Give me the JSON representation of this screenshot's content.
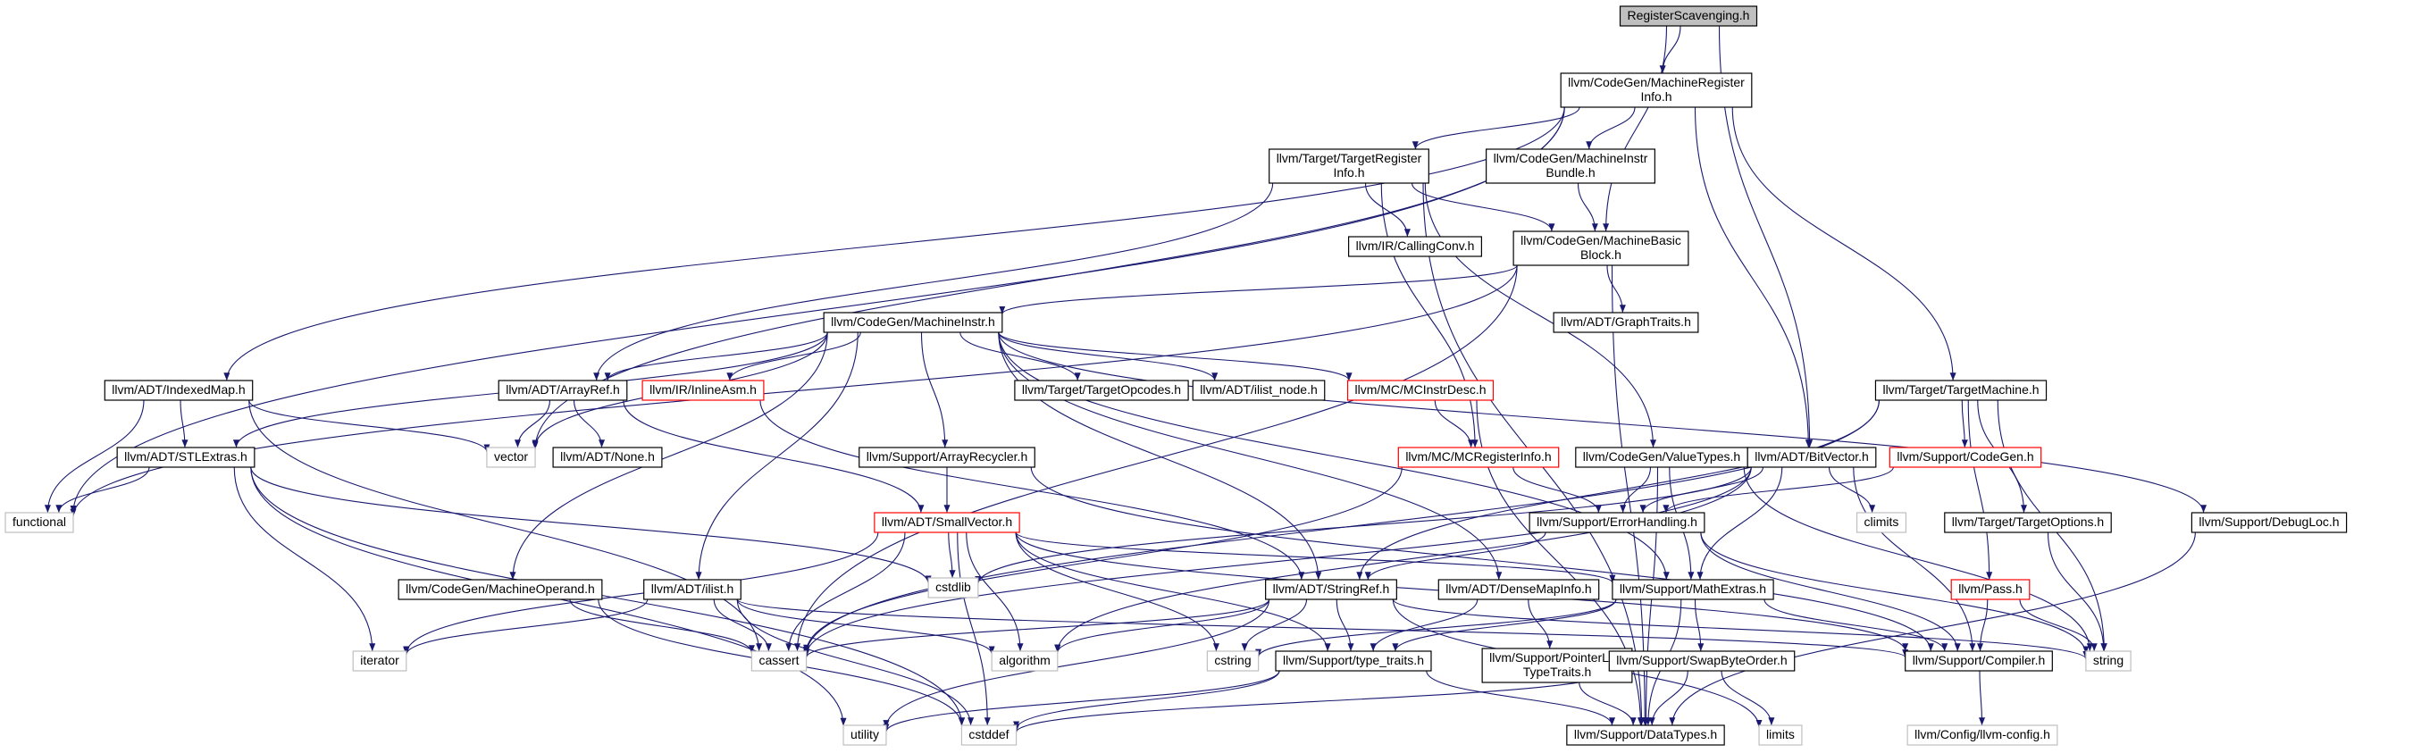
{
  "colors": {
    "edge": "#191970",
    "normal_border": "#000000",
    "incomplete_border": "#ff0000",
    "system_border": "#bfbfbf",
    "root_fill": "#bfbfbf",
    "text": "#000000"
  },
  "nodes": [
    {
      "id": "root",
      "lines": [
        "RegisterScavenging.h"
      ],
      "kind": "root"
    },
    {
      "id": "mri",
      "lines": [
        "llvm/CodeGen/MachineRegister",
        "Info.h"
      ],
      "kind": "normal"
    },
    {
      "id": "tri",
      "lines": [
        "llvm/Target/TargetRegister",
        "Info.h"
      ],
      "kind": "normal"
    },
    {
      "id": "mib",
      "lines": [
        "llvm/CodeGen/MachineInstr",
        "Bundle.h"
      ],
      "kind": "normal"
    },
    {
      "id": "cc",
      "lines": [
        "llvm/IR/CallingConv.h"
      ],
      "kind": "normal"
    },
    {
      "id": "mbb",
      "lines": [
        "llvm/CodeGen/MachineBasic",
        "Block.h"
      ],
      "kind": "normal"
    },
    {
      "id": "gt",
      "lines": [
        "llvm/ADT/GraphTraits.h"
      ],
      "kind": "normal"
    },
    {
      "id": "mi",
      "lines": [
        "llvm/CodeGen/MachineInstr.h"
      ],
      "kind": "normal"
    },
    {
      "id": "tm",
      "lines": [
        "llvm/Target/TargetMachine.h"
      ],
      "kind": "normal"
    },
    {
      "id": "im",
      "lines": [
        "llvm/ADT/IndexedMap.h"
      ],
      "kind": "normal"
    },
    {
      "id": "ar",
      "lines": [
        "llvm/ADT/ArrayRef.h"
      ],
      "kind": "normal"
    },
    {
      "id": "ia",
      "lines": [
        "llvm/IR/InlineAsm.h"
      ],
      "kind": "incomplete"
    },
    {
      "id": "to",
      "lines": [
        "llvm/Target/TargetOpcodes.h"
      ],
      "kind": "normal"
    },
    {
      "id": "iln",
      "lines": [
        "llvm/ADT/ilist_node.h"
      ],
      "kind": "normal"
    },
    {
      "id": "mcid",
      "lines": [
        "llvm/MC/MCInstrDesc.h"
      ],
      "kind": "incomplete"
    },
    {
      "id": "stl",
      "lines": [
        "llvm/ADT/STLExtras.h"
      ],
      "kind": "normal"
    },
    {
      "id": "vec",
      "lines": [
        "vector"
      ],
      "kind": "system"
    },
    {
      "id": "none",
      "lines": [
        "llvm/ADT/None.h"
      ],
      "kind": "normal"
    },
    {
      "id": "arc",
      "lines": [
        "llvm/Support/ArrayRecycler.h"
      ],
      "kind": "normal"
    },
    {
      "id": "mcri",
      "lines": [
        "llvm/MC/MCRegisterInfo.h"
      ],
      "kind": "incomplete"
    },
    {
      "id": "vt",
      "lines": [
        "llvm/CodeGen/ValueTypes.h"
      ],
      "kind": "normal"
    },
    {
      "id": "bv",
      "lines": [
        "llvm/ADT/BitVector.h"
      ],
      "kind": "normal"
    },
    {
      "id": "scg",
      "lines": [
        "llvm/Support/CodeGen.h"
      ],
      "kind": "incomplete"
    },
    {
      "id": "func",
      "lines": [
        "functional"
      ],
      "kind": "system"
    },
    {
      "id": "sv",
      "lines": [
        "llvm/ADT/SmallVector.h"
      ],
      "kind": "incomplete"
    },
    {
      "id": "climits",
      "lines": [
        "climits"
      ],
      "kind": "system"
    },
    {
      "id": "eh",
      "lines": [
        "llvm/Support/ErrorHandling.h"
      ],
      "kind": "normal"
    },
    {
      "id": "topt",
      "lines": [
        "llvm/Target/TargetOptions.h"
      ],
      "kind": "normal"
    },
    {
      "id": "dl",
      "lines": [
        "llvm/Support/DebugLoc.h"
      ],
      "kind": "normal"
    },
    {
      "id": "cstdlib",
      "lines": [
        "cstdlib"
      ],
      "kind": "system"
    },
    {
      "id": "mo",
      "lines": [
        "llvm/CodeGen/MachineOperand.h"
      ],
      "kind": "normal"
    },
    {
      "id": "il",
      "lines": [
        "llvm/ADT/ilist.h"
      ],
      "kind": "normal"
    },
    {
      "id": "sr",
      "lines": [
        "llvm/ADT/StringRef.h"
      ],
      "kind": "normal"
    },
    {
      "id": "dmi",
      "lines": [
        "llvm/ADT/DenseMapInfo.h"
      ],
      "kind": "normal"
    },
    {
      "id": "me",
      "lines": [
        "llvm/Support/MathExtras.h"
      ],
      "kind": "normal"
    },
    {
      "id": "pass",
      "lines": [
        "llvm/Pass.h"
      ],
      "kind": "incomplete"
    },
    {
      "id": "iter",
      "lines": [
        "iterator"
      ],
      "kind": "system"
    },
    {
      "id": "cassert",
      "lines": [
        "cassert"
      ],
      "kind": "system"
    },
    {
      "id": "algo",
      "lines": [
        "algorithm"
      ],
      "kind": "system"
    },
    {
      "id": "cstring",
      "lines": [
        "cstring"
      ],
      "kind": "system"
    },
    {
      "id": "tt",
      "lines": [
        "llvm/Support/type_traits.h"
      ],
      "kind": "normal"
    },
    {
      "id": "plt",
      "lines": [
        "llvm/Support/PointerLike",
        "TypeTraits.h"
      ],
      "kind": "normal"
    },
    {
      "id": "sbo",
      "lines": [
        "llvm/Support/SwapByteOrder.h"
      ],
      "kind": "normal"
    },
    {
      "id": "comp",
      "lines": [
        "llvm/Support/Compiler.h"
      ],
      "kind": "normal"
    },
    {
      "id": "string",
      "lines": [
        "string"
      ],
      "kind": "system"
    },
    {
      "id": "utility",
      "lines": [
        "utility"
      ],
      "kind": "system"
    },
    {
      "id": "cstddef",
      "lines": [
        "cstddef"
      ],
      "kind": "system"
    },
    {
      "id": "dt",
      "lines": [
        "llvm/Support/DataTypes.h"
      ],
      "kind": "normal"
    },
    {
      "id": "limits",
      "lines": [
        "limits"
      ],
      "kind": "system"
    },
    {
      "id": "cfg",
      "lines": [
        "llvm/Config/llvm-config.h"
      ],
      "kind": "system"
    }
  ],
  "edges": [
    [
      "root",
      "mri"
    ],
    [
      "root",
      "mbb"
    ],
    [
      "root",
      "bv"
    ],
    [
      "mri",
      "tri"
    ],
    [
      "mri",
      "mib"
    ],
    [
      "mri",
      "im"
    ],
    [
      "mri",
      "tm"
    ],
    [
      "mri",
      "bv"
    ],
    [
      "mri",
      "vec"
    ],
    [
      "mri",
      "func"
    ],
    [
      "tri",
      "cc"
    ],
    [
      "tri",
      "mbb"
    ],
    [
      "tri",
      "mcri"
    ],
    [
      "tri",
      "vt"
    ],
    [
      "tri",
      "ar"
    ],
    [
      "tri",
      "dt"
    ],
    [
      "mib",
      "mbb"
    ],
    [
      "mbb",
      "gt"
    ],
    [
      "mbb",
      "mi"
    ],
    [
      "mbb",
      "func"
    ],
    [
      "mbb",
      "dt"
    ],
    [
      "mbb",
      "cassert"
    ],
    [
      "mi",
      "ar"
    ],
    [
      "mi",
      "ia"
    ],
    [
      "mi",
      "to"
    ],
    [
      "mi",
      "iln"
    ],
    [
      "mi",
      "mcid"
    ],
    [
      "mi",
      "stl"
    ],
    [
      "mi",
      "vec"
    ],
    [
      "mi",
      "arc"
    ],
    [
      "mi",
      "mo"
    ],
    [
      "mi",
      "il"
    ],
    [
      "mi",
      "sr"
    ],
    [
      "mi",
      "dmi"
    ],
    [
      "mi",
      "dl"
    ],
    [
      "mi",
      "me"
    ],
    [
      "im",
      "stl"
    ],
    [
      "im",
      "vec"
    ],
    [
      "im",
      "func"
    ],
    [
      "im",
      "cassert"
    ],
    [
      "ar",
      "vec"
    ],
    [
      "ar",
      "none"
    ],
    [
      "ar",
      "sv"
    ],
    [
      "ia",
      "sr"
    ],
    [
      "mcid",
      "mcri"
    ],
    [
      "mcid",
      "dt"
    ],
    [
      "stl",
      "func"
    ],
    [
      "stl",
      "iter"
    ],
    [
      "stl",
      "cstdlib"
    ],
    [
      "stl",
      "utility"
    ],
    [
      "stl",
      "cstddef"
    ],
    [
      "arc",
      "sv"
    ],
    [
      "arc",
      "comp"
    ],
    [
      "mcri",
      "eh"
    ],
    [
      "mcri",
      "cassert"
    ],
    [
      "vt",
      "eh"
    ],
    [
      "vt",
      "me"
    ],
    [
      "vt",
      "string"
    ],
    [
      "vt",
      "dt"
    ],
    [
      "bv",
      "eh"
    ],
    [
      "bv",
      "me"
    ],
    [
      "bv",
      "climits"
    ],
    [
      "bv",
      "comp"
    ],
    [
      "bv",
      "cassert"
    ],
    [
      "bv",
      "cstdlib"
    ],
    [
      "bv",
      "algo"
    ],
    [
      "tm",
      "scg"
    ],
    [
      "tm",
      "topt"
    ],
    [
      "tm",
      "pass"
    ],
    [
      "tm",
      "sr"
    ],
    [
      "tm",
      "cassert"
    ],
    [
      "tm",
      "string"
    ],
    [
      "scg",
      "eh"
    ],
    [
      "sv",
      "cstdlib"
    ],
    [
      "sv",
      "cassert"
    ],
    [
      "sv",
      "algo"
    ],
    [
      "sv",
      "cstring"
    ],
    [
      "sv",
      "iter"
    ],
    [
      "sv",
      "tt"
    ],
    [
      "sv",
      "me"
    ],
    [
      "sv",
      "cstddef"
    ],
    [
      "sv",
      "comp"
    ],
    [
      "eh",
      "sr"
    ],
    [
      "eh",
      "comp"
    ],
    [
      "eh",
      "string"
    ],
    [
      "topt",
      "string"
    ],
    [
      "dl",
      "dt"
    ],
    [
      "mo",
      "cassert"
    ],
    [
      "mo",
      "cstddef"
    ],
    [
      "il",
      "cassert"
    ],
    [
      "il",
      "cstddef"
    ],
    [
      "il",
      "iterator_placeholder"
    ],
    [
      "il",
      "algo"
    ],
    [
      "il",
      "comp"
    ],
    [
      "il",
      "iter"
    ],
    [
      "sr",
      "tt"
    ],
    [
      "sr",
      "cstring"
    ],
    [
      "sr",
      "algo"
    ],
    [
      "sr",
      "cassert"
    ],
    [
      "sr",
      "string"
    ],
    [
      "sr",
      "utility"
    ],
    [
      "sr",
      "limits"
    ],
    [
      "dmi",
      "tt"
    ],
    [
      "dmi",
      "plt"
    ],
    [
      "me",
      "sbo"
    ],
    [
      "me",
      "comp"
    ],
    [
      "me",
      "cstring"
    ],
    [
      "me",
      "tt"
    ],
    [
      "me",
      "dt"
    ],
    [
      "pass",
      "comp"
    ],
    [
      "pass",
      "string"
    ],
    [
      "tt",
      "cstddef"
    ],
    [
      "tt",
      "utility"
    ],
    [
      "tt",
      "dt"
    ],
    [
      "plt",
      "dt"
    ],
    [
      "sbo",
      "cstddef"
    ],
    [
      "sbo",
      "limits"
    ],
    [
      "sbo",
      "dt"
    ],
    [
      "comp",
      "cfg"
    ]
  ]
}
